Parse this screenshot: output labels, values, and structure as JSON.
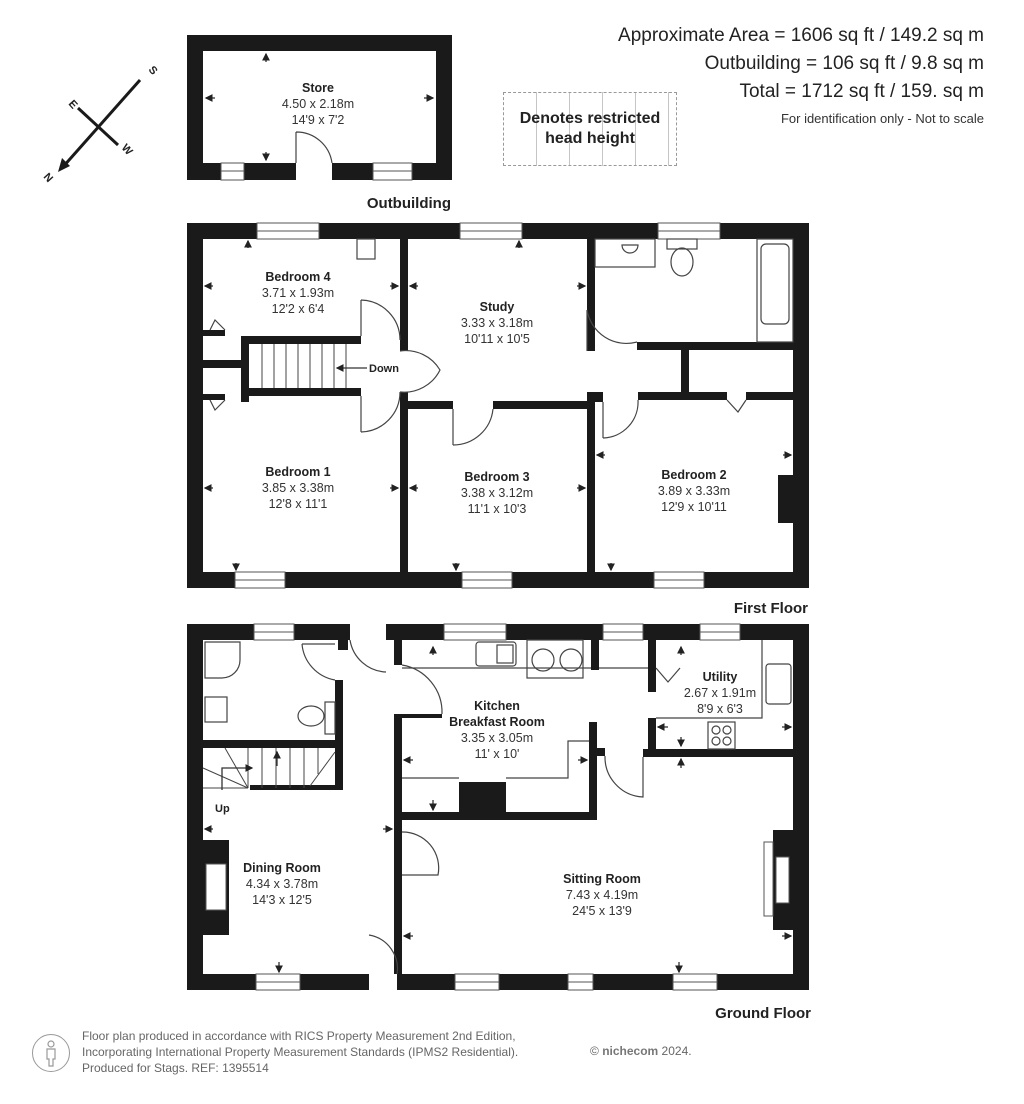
{
  "header": {
    "approx_area": "Approximate Area = 1606 sq ft / 149.2 sq m",
    "outbuilding_area": "Outbuilding = 106 sq ft / 9.8 sq m",
    "total_area": "Total = 1712 sq ft / 159. sq m",
    "disclaimer": "For identification only - Not to scale"
  },
  "legend": {
    "restricted_line1": "Denotes restricted",
    "restricted_line2": "head height"
  },
  "compass": {
    "n": "N",
    "s": "S",
    "e": "E",
    "w": "W"
  },
  "outbuilding": {
    "label": "Outbuilding",
    "rooms": [
      {
        "name": "Store",
        "metric": "4.50 x 2.18m",
        "imperial": "14'9 x 7'2"
      }
    ]
  },
  "first_floor": {
    "label": "First Floor",
    "stairs_label": "Down",
    "rooms": [
      {
        "name": "Bedroom 4",
        "metric": "3.71 x 1.93m",
        "imperial": "12'2 x 6'4"
      },
      {
        "name": "Study",
        "metric": "3.33 x 3.18m",
        "imperial": "10'11 x 10'5"
      },
      {
        "name": "Bedroom 1",
        "metric": "3.85 x 3.38m",
        "imperial": "12'8 x 11'1"
      },
      {
        "name": "Bedroom 3",
        "metric": "3.38 x 3.12m",
        "imperial": "11'1 x 10'3"
      },
      {
        "name": "Bedroom 2",
        "metric": "3.89 x 3.33m",
        "imperial": "12'9 x 10'11"
      }
    ]
  },
  "ground_floor": {
    "label": "Ground Floor",
    "stairs_label": "Up",
    "rooms": [
      {
        "name": "Kitchen",
        "name2": "Breakfast Room",
        "metric": "3.35 x 3.05m",
        "imperial": "11' x 10'"
      },
      {
        "name": "Utility",
        "metric": "2.67 x 1.91m",
        "imperial": "8'9 x 6'3"
      },
      {
        "name": "Dining Room",
        "metric": "4.34 x 3.78m",
        "imperial": "14'3 x 12'5"
      },
      {
        "name": "Sitting Room",
        "metric": "7.43 x 4.19m",
        "imperial": "24'5 x 13'9"
      }
    ]
  },
  "footer": {
    "line1": "Floor plan produced in accordance with RICS Property Measurement 2nd Edition,",
    "line2": "Incorporating International Property Measurement Standards (IPMS2 Residential).",
    "line3": "Produced for Stags.   REF: 1395514",
    "copyright_symbol": "©",
    "brand": "nichecom",
    "year": "2024."
  }
}
